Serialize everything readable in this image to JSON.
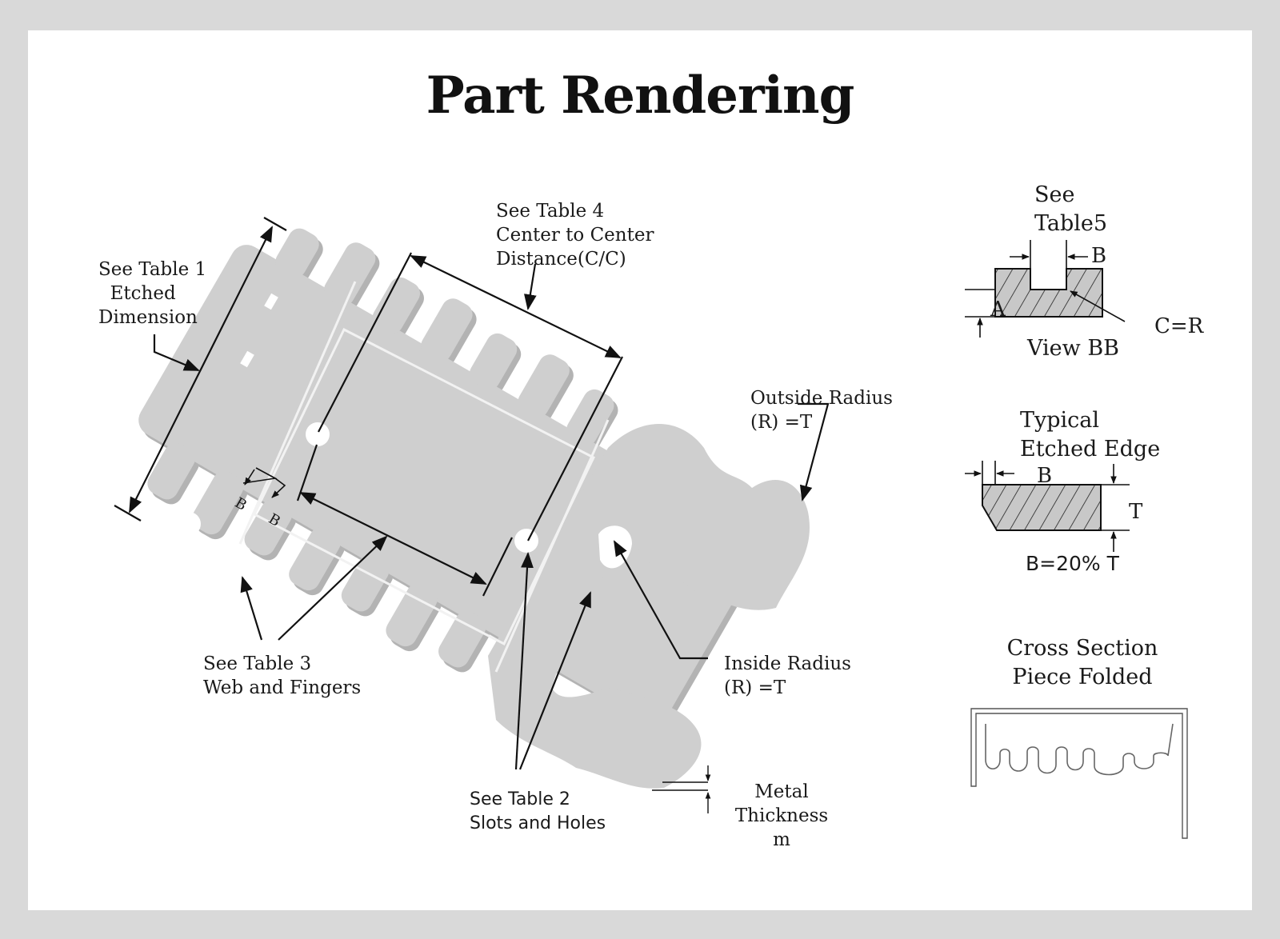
{
  "title": "Part Rendering",
  "labels": {
    "table1": "See Table 1\n  Etched\nDimension",
    "table4": "See Table 4\nCenter to Center\nDistance(C/C)",
    "table3": "See Table 3\nWeb and Fingers",
    "table2": "See Table 2\nSlots and Holes",
    "outside_radius": "Outside Radius\n(R) =T",
    "inside_radius": "Inside Radius\n(R) =T",
    "metal_thickness": "Metal\nThickness\nm",
    "section_mark_b1": "B",
    "section_mark_b2": "B"
  },
  "view_bb": {
    "heading": "See\nTable5",
    "label_a": "A",
    "label_b": "B",
    "label_c": "C=R",
    "caption": "View BB"
  },
  "etched_edge": {
    "heading": "Typical\nEtched Edge",
    "label_b": "B",
    "label_t": "T",
    "caption": "B=20% T"
  },
  "cross_section": {
    "heading": "Cross Section\nPiece Folded"
  },
  "colors": {
    "part_fill": "#cfcfcf",
    "part_shadow": "#b3b3b3",
    "line": "#111111",
    "hatch_fill": "#c8c8c8"
  }
}
